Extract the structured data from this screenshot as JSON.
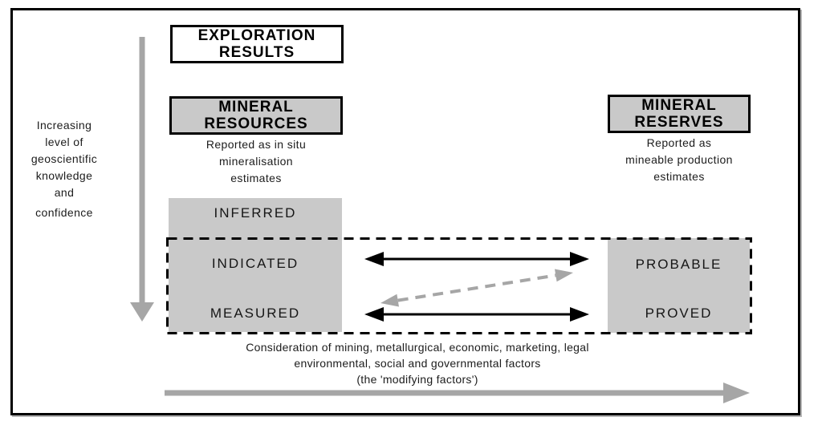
{
  "colors": {
    "box_fill_gray": "#c9c9c9",
    "arrow_gray": "#a6a6a6",
    "line_black": "#000000"
  },
  "left_axis": {
    "lines": [
      "Increasing",
      "level of",
      "geoscientific",
      "knowledge",
      "and",
      "confidence"
    ]
  },
  "exploration_results": {
    "line1": "EXPLORATION",
    "line2": "RESULTS"
  },
  "mineral_resources": {
    "line1": "MINERAL",
    "line2": "RESOURCES",
    "caption_lines": [
      "Reported as in situ",
      "mineralisation",
      "estimates"
    ]
  },
  "mineral_reserves": {
    "line1": "MINERAL",
    "line2": "RESERVES",
    "caption_lines": [
      "Reported as",
      "mineable production",
      "estimates"
    ]
  },
  "resource_categories": [
    "INFERRED",
    "INDICATED",
    "MEASURED"
  ],
  "reserve_categories": [
    "PROBABLE",
    "PROVED"
  ],
  "modifying_factors_note": {
    "lines": [
      "Consideration of mining, metallurgical, economic, marketing, legal",
      "environmental, social and governmental factors",
      "(the 'modifying factors')"
    ]
  }
}
